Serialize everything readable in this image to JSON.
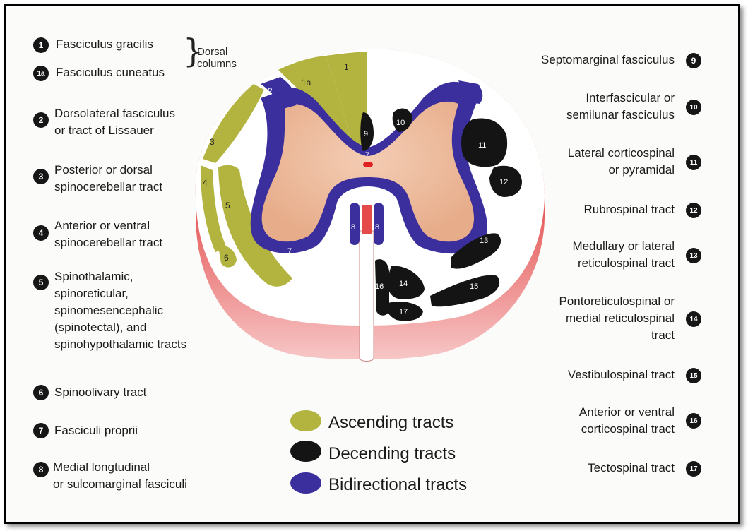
{
  "colors": {
    "ascending": "#b3b440",
    "descending": "#141414",
    "bidirectional": "#3a2f9c",
    "grey_matter": "#e8b493",
    "rim": "#e45a5a"
  },
  "left_labels": [
    {
      "num": "1",
      "text": "Fasciculus gracilis"
    },
    {
      "num": "1a",
      "text": "Fasciculus cuneatus"
    },
    {
      "num": "2",
      "line1": "Dorsolateral fasciculus",
      "line2": "or tract of Lissauer"
    },
    {
      "num": "3",
      "line1": "Posterior or dorsal",
      "line2": "spinocerebellar tract"
    },
    {
      "num": "4",
      "line1": "Anterior or ventral",
      "line2": "spinocerebellar tract"
    },
    {
      "num": "5",
      "line1": "Spinothalamic,",
      "line2": "spinoreticular,",
      "line3": "spinomesencephalic",
      "line4": "(spinotectal), and",
      "line5": "spinohypothalamic tracts"
    },
    {
      "num": "6",
      "text": "Spinoolivary tract"
    },
    {
      "num": "7",
      "text": "Fasciculi proprii"
    },
    {
      "num": "8",
      "line1": "Medial longtudinal",
      "line2": "or sulcomarginal fasciculi"
    }
  ],
  "dorsal_columns": {
    "line1": "Dorsal",
    "line2": "columns"
  },
  "right_labels": [
    {
      "num": "9",
      "text": "Septomarginal fasciculus"
    },
    {
      "num": "10",
      "line1": "Interfascicular or",
      "line2": "semilunar fasciculus"
    },
    {
      "num": "11",
      "line1": "Lateral corticospinal",
      "line2": "or pyramidal"
    },
    {
      "num": "12",
      "text": "Rubrospinal tract"
    },
    {
      "num": "13",
      "line1": "Medullary or lateral",
      "line2": "reticulospinal tract"
    },
    {
      "num": "14",
      "line1": "Pontoreticulospinal or",
      "line2": "medial reticulospinal",
      "line3": "tract"
    },
    {
      "num": "15",
      "text": "Vestibulospinal tract"
    },
    {
      "num": "16",
      "line1": "Anterior or ventral",
      "line2": "corticospinal tract"
    },
    {
      "num": "17",
      "text": "Tectospinal tract"
    }
  ],
  "legend": {
    "ascending": "Ascending tracts",
    "descending": "Decending tracts",
    "bidirectional": "Bidirectional tracts"
  },
  "diagram_labels": {
    "n1": "1",
    "n1a": "1a",
    "n2": "2",
    "n3": "3",
    "n4": "4",
    "n5": "5",
    "n6": "6",
    "n7a": "7",
    "n7b": "7",
    "n8a": "8",
    "n8b": "8",
    "n9": "9",
    "n10": "10",
    "n11": "11",
    "n12": "12",
    "n13": "13",
    "n14": "14",
    "n15": "15",
    "n16": "16",
    "n17": "17"
  }
}
